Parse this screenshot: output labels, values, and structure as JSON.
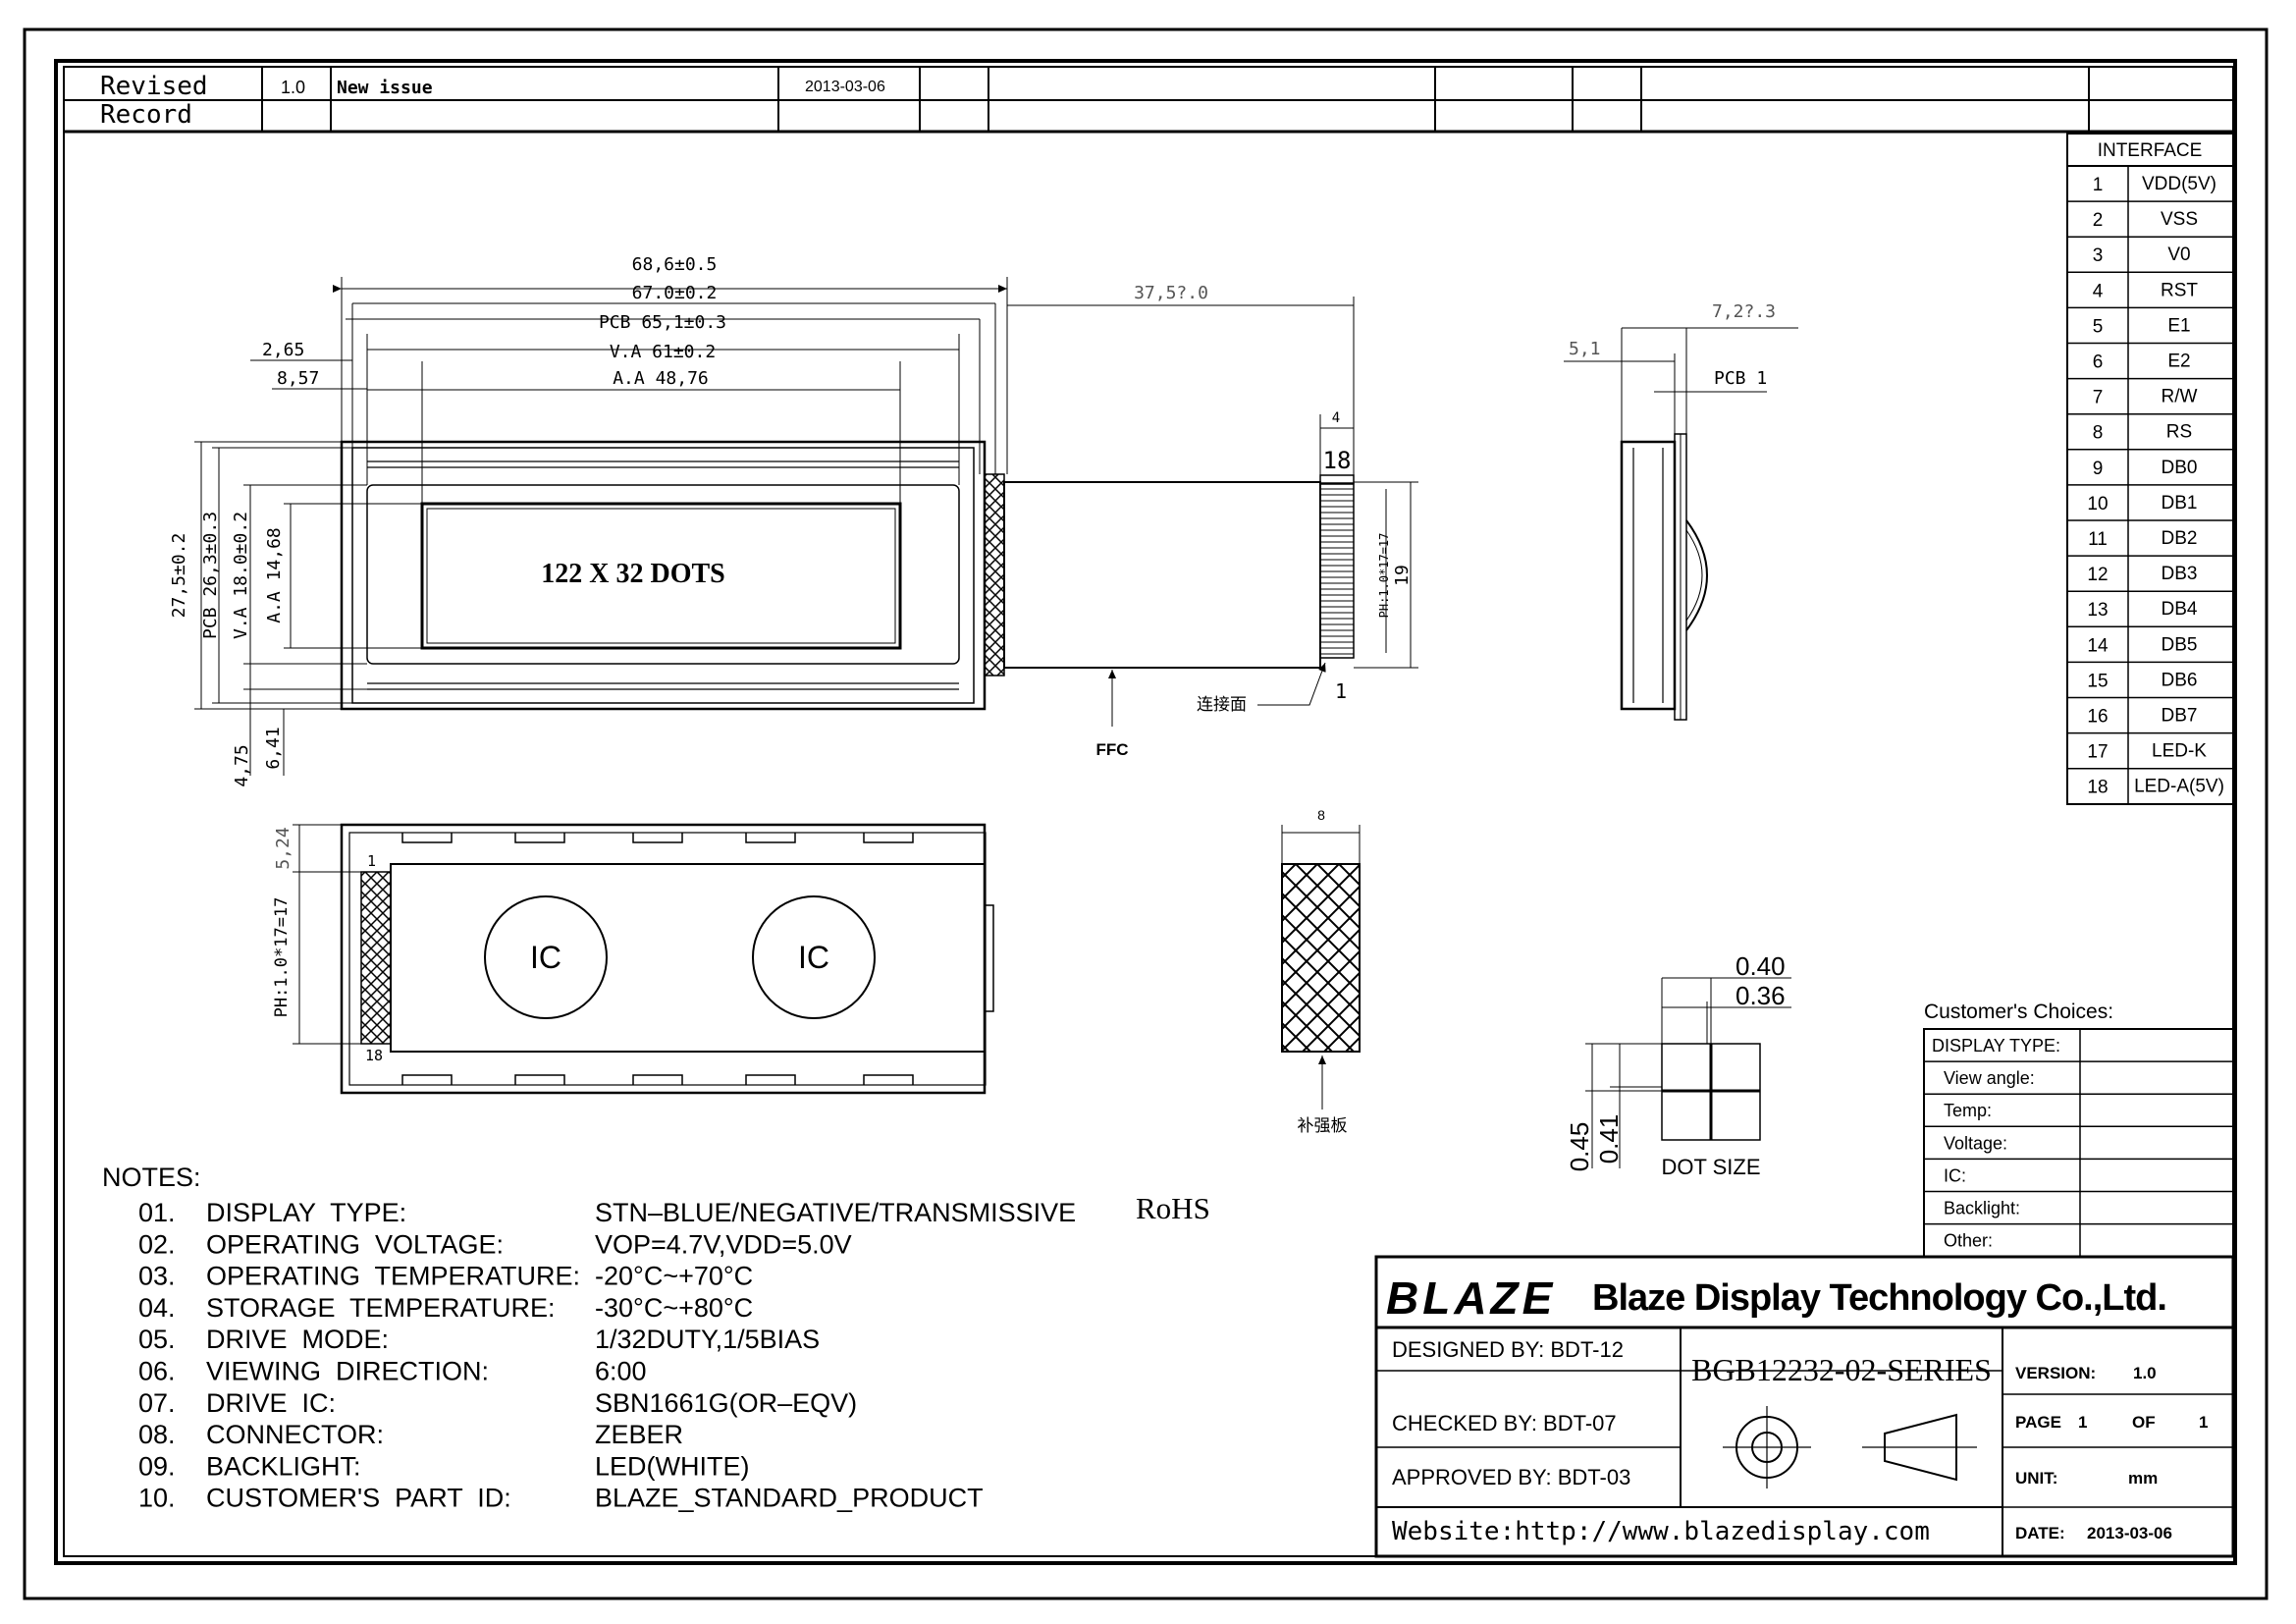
{
  "revision": {
    "label_line1": "Revised",
    "label_line2": "Record",
    "version": "1.0",
    "description": "New issue",
    "date": "2013-03-06"
  },
  "interface": {
    "title": "INTERFACE",
    "pins": [
      {
        "no": "1",
        "name": "VDD(5V)"
      },
      {
        "no": "2",
        "name": "VSS"
      },
      {
        "no": "3",
        "name": "V0"
      },
      {
        "no": "4",
        "name": "RST"
      },
      {
        "no": "5",
        "name": "E1"
      },
      {
        "no": "6",
        "name": "E2"
      },
      {
        "no": "7",
        "name": "R/W"
      },
      {
        "no": "8",
        "name": "RS"
      },
      {
        "no": "9",
        "name": "DB0"
      },
      {
        "no": "10",
        "name": "DB1"
      },
      {
        "no": "11",
        "name": "DB2"
      },
      {
        "no": "12",
        "name": "DB3"
      },
      {
        "no": "13",
        "name": "DB4"
      },
      {
        "no": "14",
        "name": "DB5"
      },
      {
        "no": "15",
        "name": "DB6"
      },
      {
        "no": "16",
        "name": "DB7"
      },
      {
        "no": "17",
        "name": "LED-K"
      },
      {
        "no": "18",
        "name": "LED-A(5V)"
      }
    ]
  },
  "front_view": {
    "dim_outline": "68,6±0.5",
    "dim_bezel": "67.0±0.2",
    "dim_pcb": "PCB  65,1±0.3",
    "dim_va": "V.A  61±0.2",
    "dim_aa": "A.A 48,76",
    "dim_265": "2,65",
    "dim_857": "8,57",
    "dim_fpc": "37,5?.0",
    "dim_h_outline": "27,5±0.2",
    "dim_h_pcb": "PCB 26,3±0.3",
    "dim_h_va": "V.A 18.0±0.2",
    "dim_h_aa": "A.A 14,68",
    "dim_475": "4,75",
    "dim_641": "6,41",
    "display_text": "122 X 32 DOTS",
    "connector_width": "4",
    "connector_count": "18",
    "connector_height": "19",
    "connector_pitch": "PH:1.0*17=17",
    "connector_pin1": "1",
    "connector_face_label": "连接面",
    "ffc_label": "FFC"
  },
  "side_view": {
    "dim_51": "5,1",
    "dim_72": "7,2?.3",
    "pcb_label": "PCB 1"
  },
  "back_view": {
    "dim_524": "5,24",
    "pitch_label": "PH:1.0*17=17",
    "pin_first": "1",
    "pin_last": "18",
    "ic_labels": [
      "IC",
      "IC"
    ],
    "stiffener_width": "8",
    "stiffener_label": "补强板"
  },
  "dot_size": {
    "w_outer": "0.40",
    "w_inner": "0.36",
    "h_outer": "0.45",
    "h_inner": "0.41",
    "label": "DOT SIZE"
  },
  "notes": {
    "title": "NOTES:",
    "items": [
      {
        "no": "01.",
        "label": "DISPLAY  TYPE:",
        "value": "STN–BLUE/NEGATIVE/TRANSMISSIVE",
        "extra": "RoHS"
      },
      {
        "no": "02.",
        "label": "OPERATING  VOLTAGE:",
        "value": "VOP=4.7V,VDD=5.0V"
      },
      {
        "no": "03.",
        "label": "OPERATING  TEMPERATURE:",
        "value": "-20°C~+70°C"
      },
      {
        "no": "04.",
        "label": "STORAGE  TEMPERATURE:",
        "value": "-30°C~+80°C"
      },
      {
        "no": "05.",
        "label": "DRIVE  MODE:",
        "value": "1/32DUTY,1/5BIAS"
      },
      {
        "no": "06.",
        "label": "VIEWING  DIRECTION:",
        "value": "6:00"
      },
      {
        "no": "07.",
        "label": "DRIVE  IC:",
        "value": "SBN1661G(OR–EQV)"
      },
      {
        "no": "08.",
        "label": "CONNECTOR:",
        "value": "ZEBER"
      },
      {
        "no": "09.",
        "label": "BACKLIGHT:",
        "value": "LED(WHITE)"
      },
      {
        "no": "10.",
        "label": "CUSTOMER'S  PART  ID:",
        "value": "BLAZE_STANDARD_PRODUCT"
      }
    ]
  },
  "customer_choices": {
    "title": "Customer's  Choices:",
    "rows": [
      "DISPLAY TYPE:",
      "View angle:",
      "Temp:",
      "Voltage:",
      "IC:",
      "Backlight:",
      "Other:"
    ]
  },
  "title_block": {
    "logo": "BLAZE",
    "company": "Blaze Display Technology Co.,Ltd.",
    "designed_by": "DESIGNED  BY:  BDT-12",
    "checked_by": "CHECKED  BY:  BDT-07",
    "approved_by": "APPROVED  BY: BDT-03",
    "part_no": "BGB12232-02-SERIES",
    "version_label": "VERSION:",
    "version": "1.0",
    "page_label": "PAGE",
    "page": "1",
    "of_label": "OF",
    "pages": "1",
    "unit_label": "UNIT:",
    "unit": "mm",
    "date_label": "DATE:",
    "date": "2013-03-06",
    "website": "Website:http://www.blazedisplay.com"
  }
}
